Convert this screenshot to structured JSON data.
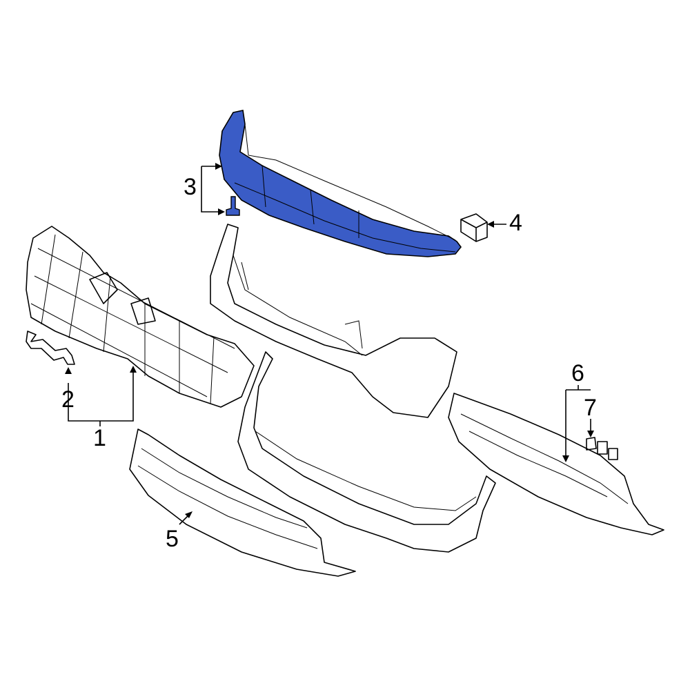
{
  "diagram": {
    "highlight_color": "#3a5cc6",
    "callouts": [
      {
        "id": "1",
        "label": "1",
        "part": "grille"
      },
      {
        "id": "2",
        "label": "2",
        "part": "emblem"
      },
      {
        "id": "3",
        "label": "3",
        "part": "upper-cover-with-clip"
      },
      {
        "id": "4",
        "label": "4",
        "part": "clip"
      },
      {
        "id": "5",
        "label": "5",
        "part": "lower-grille"
      },
      {
        "id": "6",
        "label": "6",
        "part": "skid-plate-trim"
      },
      {
        "id": "7",
        "label": "7",
        "part": "clips"
      }
    ]
  }
}
